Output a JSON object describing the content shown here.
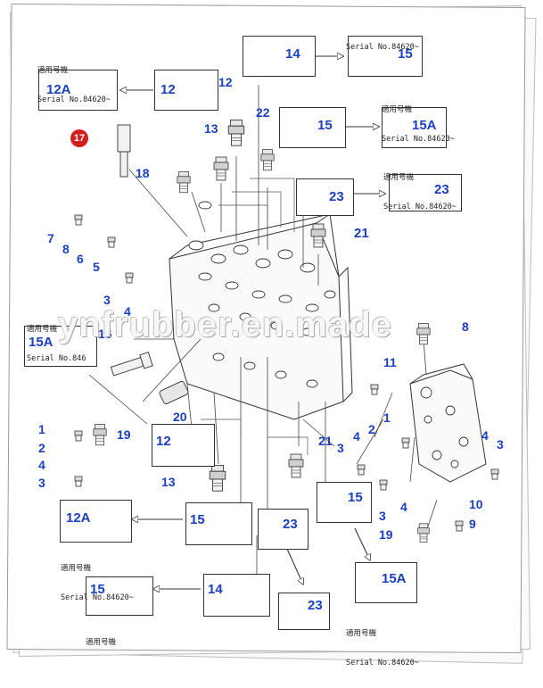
{
  "watermark": "ynfrubber.en.made",
  "badge_17": "17",
  "notes": {
    "top_left": [
      "適用号機",
      "Serial No.84620~"
    ],
    "top_right_1": "Serial No.84620~",
    "mid_right": [
      "適用号機",
      "Serial No.84620~"
    ],
    "mid_right_2": [
      "適用号機",
      "Serial No.84620~"
    ],
    "left_mid": [
      "適用号機",
      "Serial No.846"
    ],
    "bottom_mid": [
      "適用号機",
      "Serial No.84620~"
    ],
    "bottom_right": [
      "適用号機",
      "Serial No.84620~"
    ],
    "bottom_left": "適用号機"
  },
  "boxed_labels": {
    "b12a_top": "12A",
    "b12_top": "12",
    "b14_top": "14",
    "b15_top": "15",
    "b15_mid": "15",
    "b15a_mid": "15A",
    "b23_mid": "23",
    "b23_right": "23",
    "b21": "21",
    "b15a_left": "15A",
    "b12_low": "12",
    "b13_low": "13",
    "b12a_low": "12A",
    "b15_low": "15",
    "b23_low": "23",
    "b15_right_low": "15",
    "b15a_right_low": "15A",
    "b15_bottom": "15",
    "b14_bottom": "14",
    "b23_bottom": "23"
  },
  "callouts": {
    "c12_top": "12",
    "c13_top": "13",
    "c22": "22",
    "c18": "18",
    "c7": "7",
    "c8": "8",
    "c6": "6",
    "c5": "5",
    "c3a": "3",
    "c4a": "4",
    "c16": "16",
    "c20": "20",
    "c1": "1",
    "c2": "2",
    "c4b": "4",
    "c3b": "3",
    "c19a": "19",
    "c8r": "8",
    "c11": "11",
    "c1r": "1",
    "c2r": "2",
    "c4r1": "4",
    "c4r2": "4",
    "c3r1": "3",
    "c3r2": "3",
    "c4r3": "4",
    "c10": "10",
    "c9": "9",
    "c19b": "19",
    "c21b": "21"
  }
}
